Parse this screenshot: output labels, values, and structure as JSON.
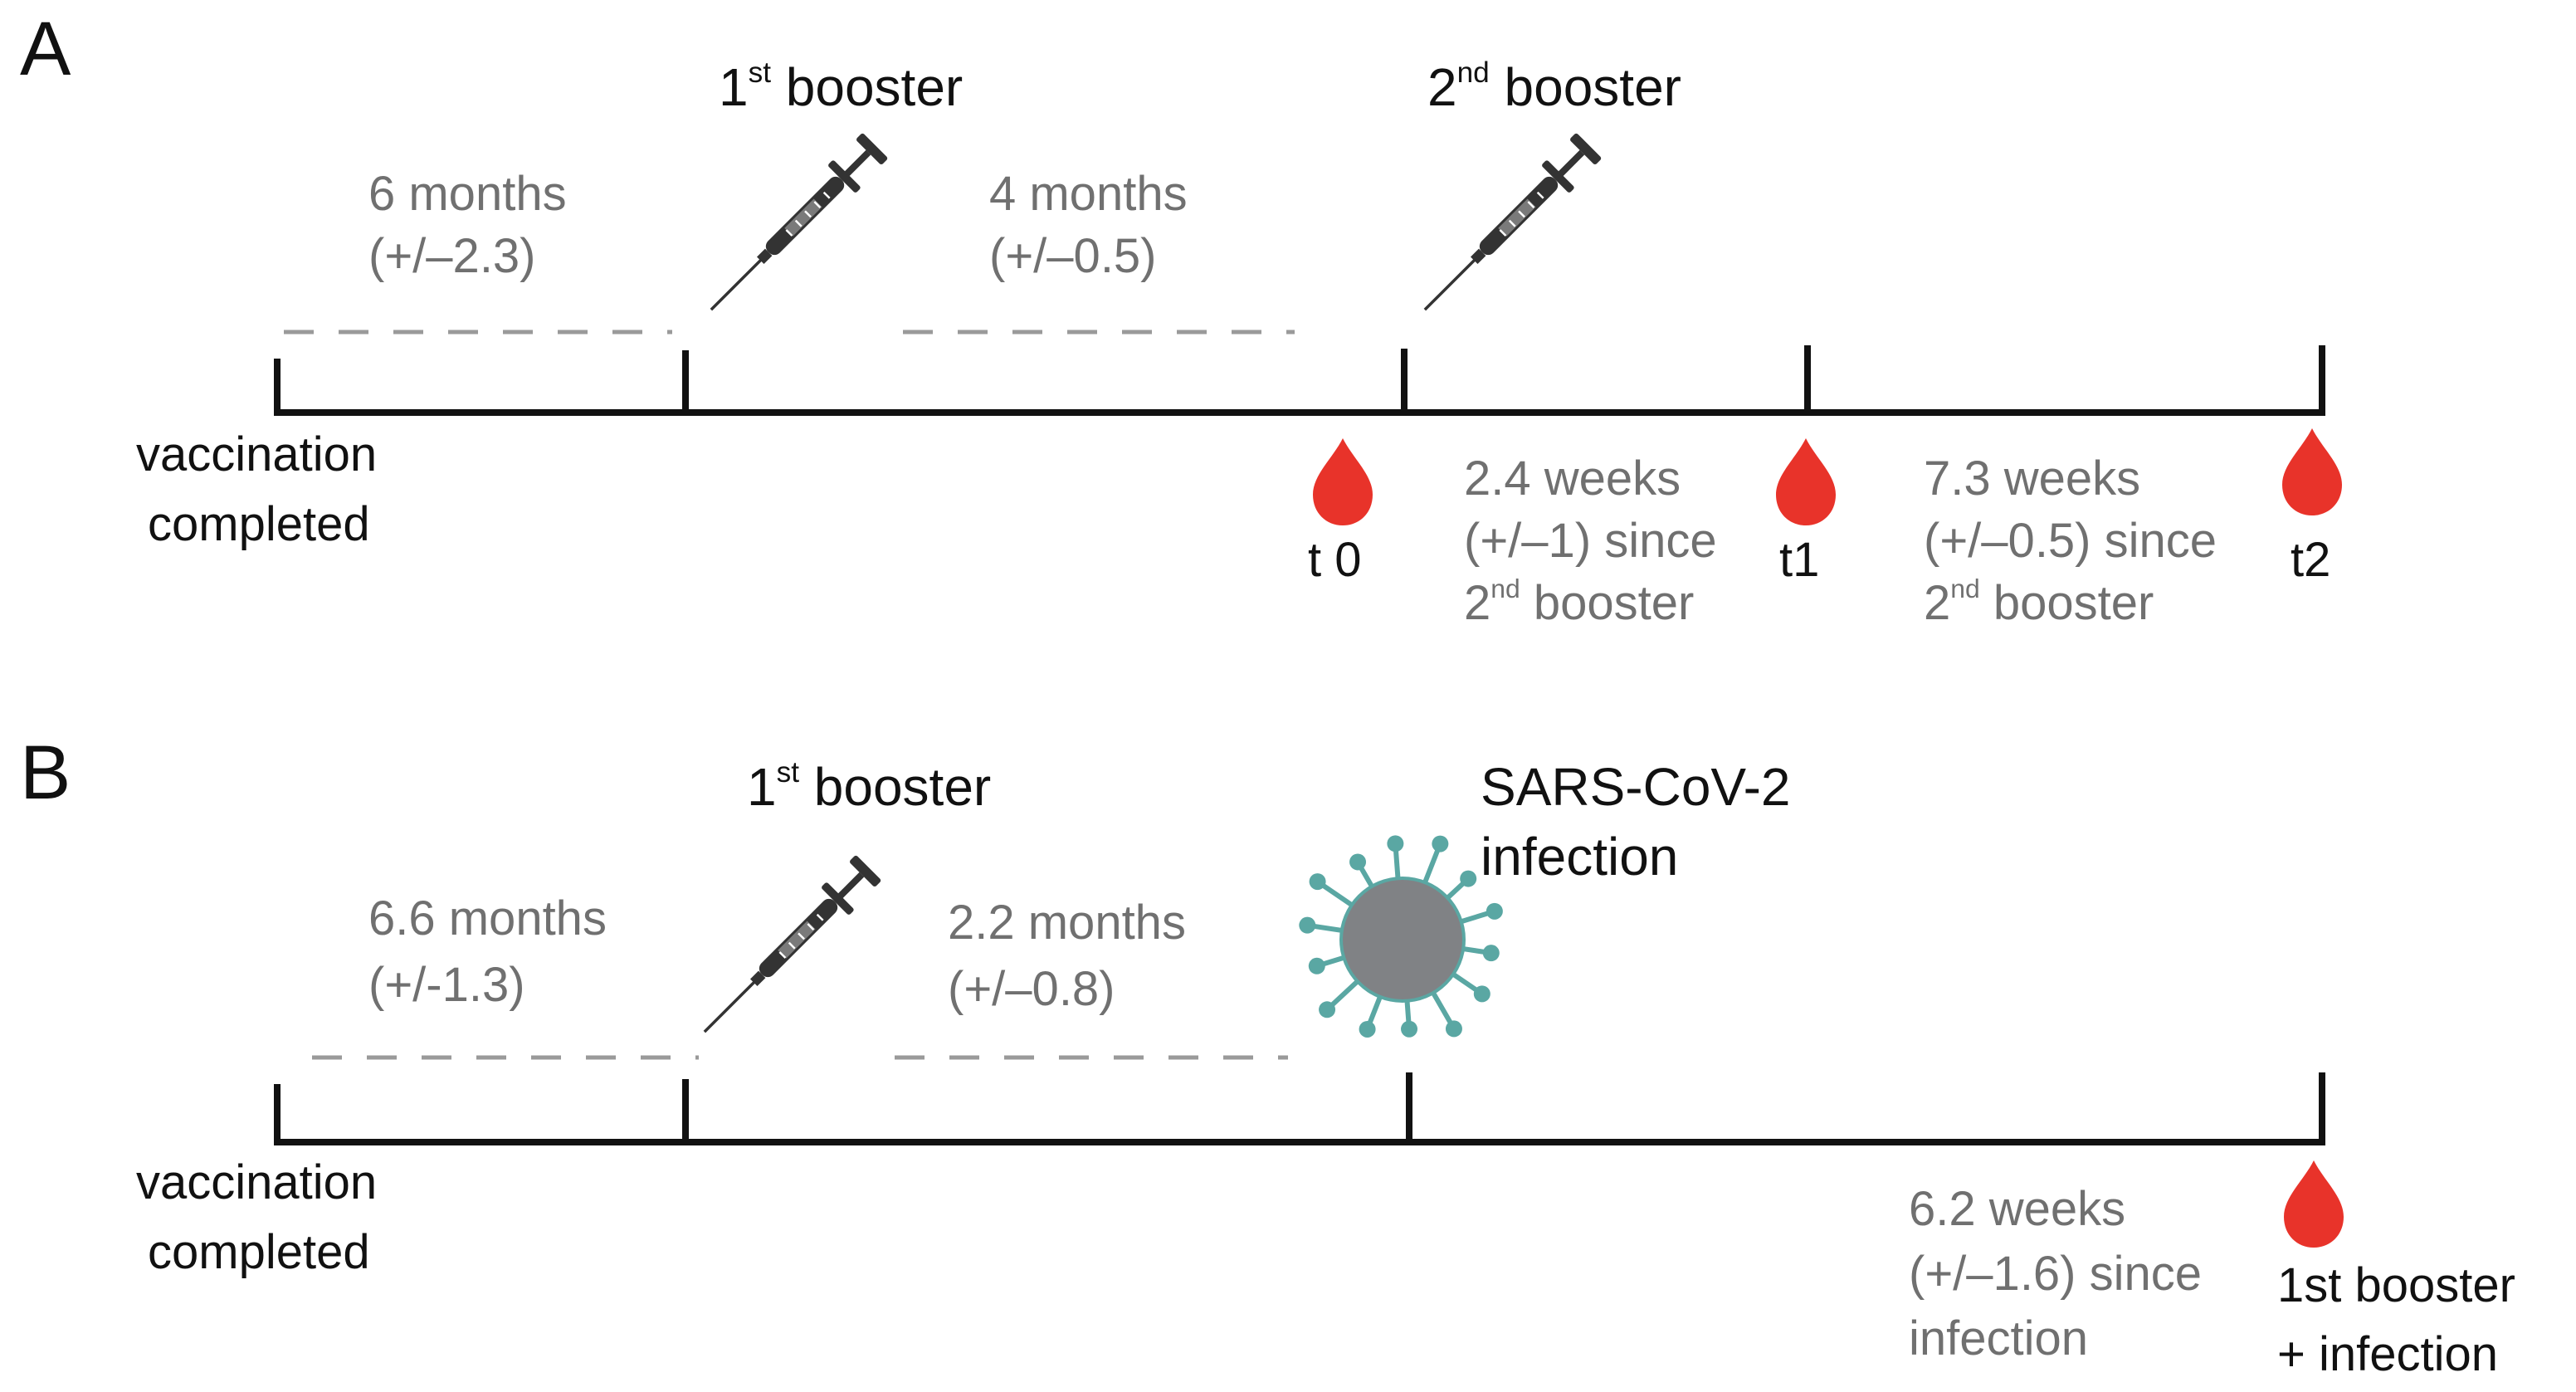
{
  "panel_a": {
    "letter": "A",
    "milestones": {
      "vaccination_line1": "vaccination",
      "vaccination_line2": "completed",
      "booster1_num": "1",
      "booster1_sup": "st",
      "booster1_word": " booster",
      "booster2_num": "2",
      "booster2_sup": "nd",
      "booster2_word": " booster"
    },
    "intervals": {
      "gap1_line1": "6 months",
      "gap1_line2": "(+/–2.3)",
      "gap2_line1": "4 months",
      "gap2_line2": "(+/–0.5)"
    },
    "timepoints": {
      "t0": "t 0",
      "t1": "t1",
      "t2": "t2",
      "t1_line1": "2.4 weeks",
      "t1_line2": "(+/–1) since",
      "t1_line3_num": "2",
      "t1_line3_sup": "nd",
      "t1_line3_word": " booster",
      "t2_line1": "7.3 weeks",
      "t2_line2": "(+/–0.5) since",
      "t2_line3_num": "2",
      "t2_line3_sup": "nd",
      "t2_line3_word": " booster"
    }
  },
  "panel_b": {
    "letter": "B",
    "milestones": {
      "vaccination_line1": "vaccination",
      "vaccination_line2": "completed",
      "booster1_num": "1",
      "booster1_sup": "st",
      "booster1_word": " booster",
      "infection_line1": "SARS-CoV-2",
      "infection_line2": "infection"
    },
    "intervals": {
      "gap1_line1": "6.6 months",
      "gap1_line2": "(+/-1.3)",
      "gap2_line1": "2.2 months",
      "gap2_line2": "(+/–0.8)"
    },
    "timepoints": {
      "final_line1": "6.2 weeks",
      "final_line2": "(+/–1.6) since",
      "final_line3": "infection",
      "sample_line1": "1st booster",
      "sample_line2": "+ infection"
    }
  },
  "icons": {
    "vaccine": "syringe-icon",
    "blood_sample": "blood-drop-icon",
    "pathogen": "virus-icon"
  },
  "colors": {
    "axis": "#111111",
    "interval_text": "#707070",
    "dashed_line": "#9a9a9a",
    "blood_drop": "#e8332a",
    "syringe": "#333333",
    "virus_body": "#808285",
    "virus_spikes": "#5aa7a3"
  }
}
